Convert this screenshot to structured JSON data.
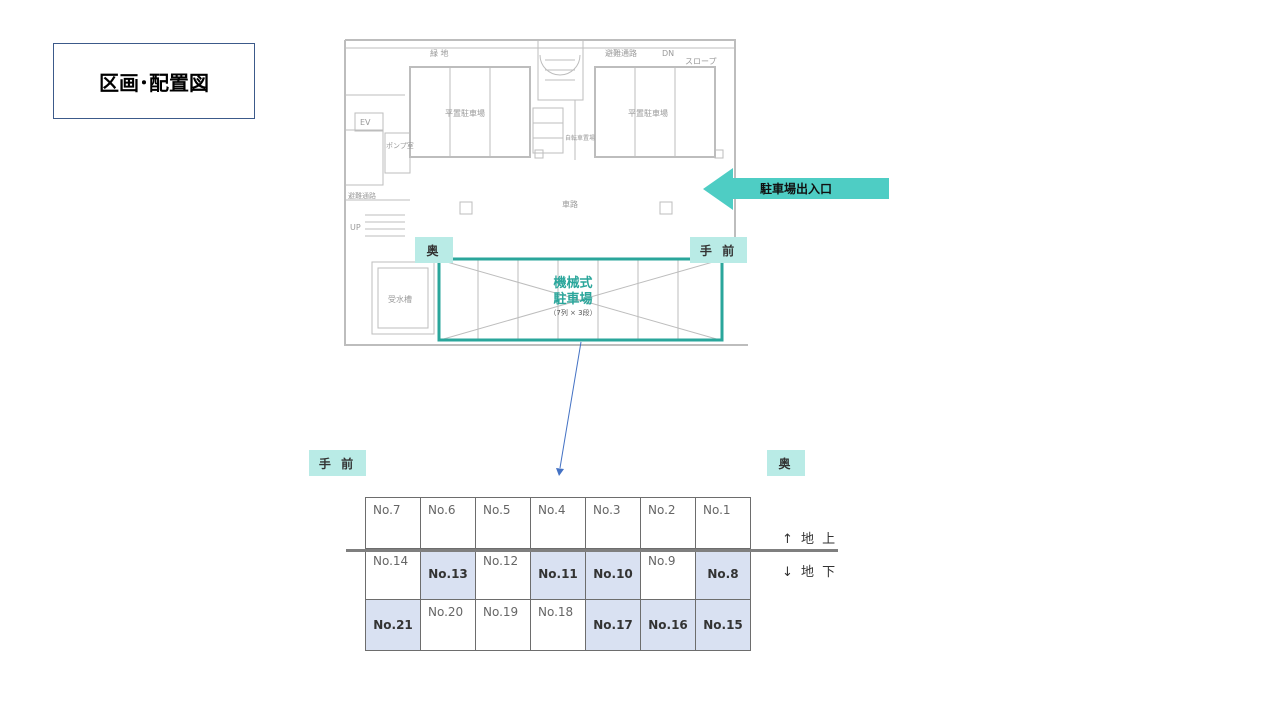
{
  "title": "区画･配置図",
  "plan": {
    "labels": {
      "greenery": "緑 地",
      "evac_top": "避難通路",
      "dn": "DN",
      "slope": "スロープ",
      "flat_left": "平置駐車場",
      "flat_right": "平置駐車場",
      "bicycle": "自転車置場",
      "ev": "EV",
      "pump": "ポンプ室",
      "evac_left": "避難通路",
      "up": "UP",
      "driveway": "車路",
      "tank": "受水槽"
    },
    "entrance_label": "駐車場出入口",
    "back_tag": "奥",
    "front_tag": "手 前",
    "mech_parking": {
      "title_line1": "機械式",
      "title_line2": "駐車場",
      "sub": "（7列 × 3段）"
    }
  },
  "grid": {
    "front_tag": "手 前",
    "back_tag": "奥",
    "above_label": "↑ 地 上",
    "below_label": "↓ 地 下",
    "rows": [
      [
        {
          "label": "No.7",
          "sel": false
        },
        {
          "label": "No.6",
          "sel": false
        },
        {
          "label": "No.5",
          "sel": false
        },
        {
          "label": "No.4",
          "sel": false
        },
        {
          "label": "No.3",
          "sel": false
        },
        {
          "label": "No.2",
          "sel": false
        },
        {
          "label": "No.1",
          "sel": false
        }
      ],
      [
        {
          "label": "No.14",
          "sel": false
        },
        {
          "label": "No.13",
          "sel": true
        },
        {
          "label": "No.12",
          "sel": false
        },
        {
          "label": "No.11",
          "sel": true
        },
        {
          "label": "No.10",
          "sel": true
        },
        {
          "label": "No.9",
          "sel": false
        },
        {
          "label": "No.8",
          "sel": true
        }
      ],
      [
        {
          "label": "No.21",
          "sel": true
        },
        {
          "label": "No.20",
          "sel": false
        },
        {
          "label": "No.19",
          "sel": false
        },
        {
          "label": "No.18",
          "sel": false
        },
        {
          "label": "No.17",
          "sel": true
        },
        {
          "label": "No.16",
          "sel": true
        },
        {
          "label": "No.15",
          "sel": true
        }
      ]
    ]
  },
  "colors": {
    "accent_teal": "#4ecdc4",
    "tag_bg": "#b9ebe6",
    "highlight_cell": "#d9e1f2",
    "connector_line": "#4472c4"
  }
}
